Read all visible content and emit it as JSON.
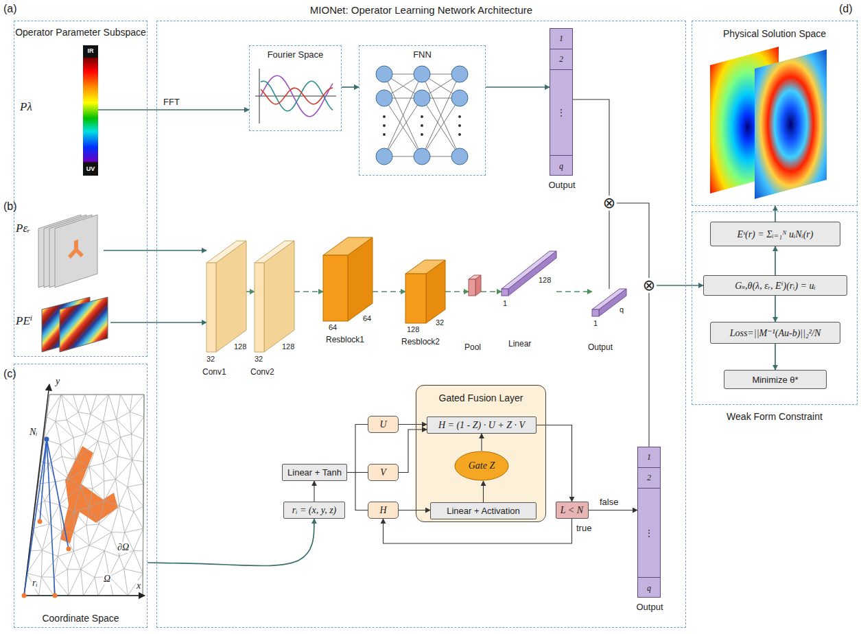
{
  "diagram": {
    "nodes": [
      {
        "text": [
          "Operator Parameter Subspace"
        ]
      },
      {
        "text": [
          "Pλ",
          "IR",
          "UV"
        ],
        "in": 0
      },
      {
        "text": [
          "Pεᵣ"
        ],
        "in": 0
      },
      {
        "text": [
          "PEⁱ"
        ],
        "in": 0
      },
      {
        "text": [
          "MIONet: Operator Learning Network Architecture"
        ]
      },
      {
        "text": [
          "Fourier Space"
        ],
        "in": 4
      },
      {
        "text": [
          "FNN"
        ],
        "in": 4
      },
      {
        "text": [
          "1",
          "2",
          "⋮",
          "q",
          "Output"
        ],
        "in": 4
      },
      {
        "text": [
          "32",
          "128",
          "Conv1"
        ],
        "in": 4
      },
      {
        "text": [
          "32",
          "128",
          "Conv2"
        ],
        "in": 4
      },
      {
        "text": [
          "64",
          "64",
          "Resblock1"
        ],
        "in": 4
      },
      {
        "text": [
          "128",
          "32",
          "Resblock2"
        ],
        "in": 4
      },
      {
        "text": [
          "Pool"
        ],
        "in": 4
      },
      {
        "text": [
          "1",
          "128",
          "Linear"
        ],
        "in": 4
      },
      {
        "text": [
          "1",
          "q",
          "Output"
        ],
        "in": 4
      },
      {
        "text": [
          "⊗"
        ],
        "in": 4
      },
      {
        "text": [
          "⊗"
        ],
        "in": 4
      },
      {
        "text": [
          "Gated Fusion Layer"
        ],
        "in": 4
      },
      {
        "text": [
          "Linear + Tanh"
        ],
        "in": 4
      },
      {
        "text": [
          "rᵢ = (x, y, z)"
        ],
        "in": 4
      },
      {
        "text": [
          "U"
        ],
        "in": 4
      },
      {
        "text": [
          "V"
        ],
        "in": 4
      },
      {
        "text": [
          "H"
        ],
        "in": 4
      },
      {
        "text": [
          "H = (1 - Z) · U + Z · V"
        ],
        "in": 17
      },
      {
        "text": [
          "Gate Z"
        ],
        "in": 17
      },
      {
        "text": [
          "Linear + Activation"
        ],
        "in": 17
      },
      {
        "text": [
          "L < N"
        ],
        "in": 4
      },
      {
        "text": [
          "1",
          "2",
          "⋮",
          "q",
          "Output"
        ],
        "in": 4
      },
      {
        "text": [
          "Coordinate Space"
        ]
      },
      {
        "text": [
          "Physical Solution Space"
        ]
      },
      {
        "text": [
          "Weak Form Constraint"
        ]
      },
      {
        "text": [
          "Eˢ(r) = Σᵢ₌₁ᴺ uᵢNᵢ(r)"
        ],
        "in": 30
      },
      {
        "text": [
          "Gₛ,θ(λ, εᵣ, Eⁱ)(rᵢ) = uᵢ"
        ],
        "in": 30
      },
      {
        "text": [
          "Loss=||M⁻¹(Au-b)||₂²/N"
        ],
        "in": 30
      },
      {
        "text": [
          "Minimize θ*"
        ],
        "in": 30
      }
    ],
    "edges": [
      {
        "from": 1,
        "to": 5,
        "arrow": "to",
        "label": "FFT"
      },
      {
        "from": 5,
        "to": 6,
        "arrow": "to"
      },
      {
        "from": 6,
        "to": 7,
        "arrow": "to"
      },
      {
        "from": 7,
        "to": 15,
        "arrow": "none"
      },
      {
        "from": 2,
        "to": 8,
        "arrow": "to"
      },
      {
        "from": 3,
        "to": 8,
        "arrow": "to"
      },
      {
        "from": 8,
        "to": 9,
        "arrow": "to"
      },
      {
        "from": 9,
        "to": 10,
        "arrow": "to"
      },
      {
        "from": 10,
        "to": 11,
        "arrow": "to"
      },
      {
        "from": 11,
        "to": 12,
        "arrow": "to"
      },
      {
        "from": 12,
        "to": 13,
        "arrow": "to"
      },
      {
        "from": 13,
        "to": 14,
        "arrow": "to"
      },
      {
        "from": 14,
        "to": 15,
        "arrow": "none"
      },
      {
        "from": 15,
        "to": 16,
        "arrow": "none"
      },
      {
        "from": 28,
        "to": 19,
        "arrow": "to"
      },
      {
        "from": 19,
        "to": 18,
        "arrow": "to"
      },
      {
        "from": 18,
        "to": 20,
        "arrow": "none"
      },
      {
        "from": 18,
        "to": 21,
        "arrow": "none"
      },
      {
        "from": 18,
        "to": 22,
        "arrow": "none"
      },
      {
        "from": 20,
        "to": 23,
        "arrow": "to"
      },
      {
        "from": 21,
        "to": 23,
        "arrow": "to"
      },
      {
        "from": 22,
        "to": 25,
        "arrow": "to"
      },
      {
        "from": 25,
        "to": 24,
        "arrow": "to"
      },
      {
        "from": 24,
        "to": 23,
        "arrow": "to"
      },
      {
        "from": 23,
        "to": 26,
        "arrow": "to"
      },
      {
        "from": 26,
        "to": 27,
        "arrow": "to",
        "label": "false"
      },
      {
        "from": 26,
        "to": 22,
        "arrow": "to",
        "label": "true"
      },
      {
        "from": 27,
        "to": 16,
        "arrow": "none"
      },
      {
        "from": 16,
        "to": 32,
        "arrow": "to"
      },
      {
        "from": 32,
        "to": 31,
        "arrow": "to"
      },
      {
        "from": 31,
        "to": 29,
        "arrow": "to"
      },
      {
        "from": 32,
        "to": 33,
        "arrow": "to"
      },
      {
        "from": 33,
        "to": 34,
        "arrow": "to"
      }
    ],
    "labels": [
      "(a)",
      "(b)",
      "(c)",
      "(d)",
      "y",
      "x",
      "Nᵢ",
      "rᵢ",
      "Ω",
      "∂Ω"
    ]
  }
}
